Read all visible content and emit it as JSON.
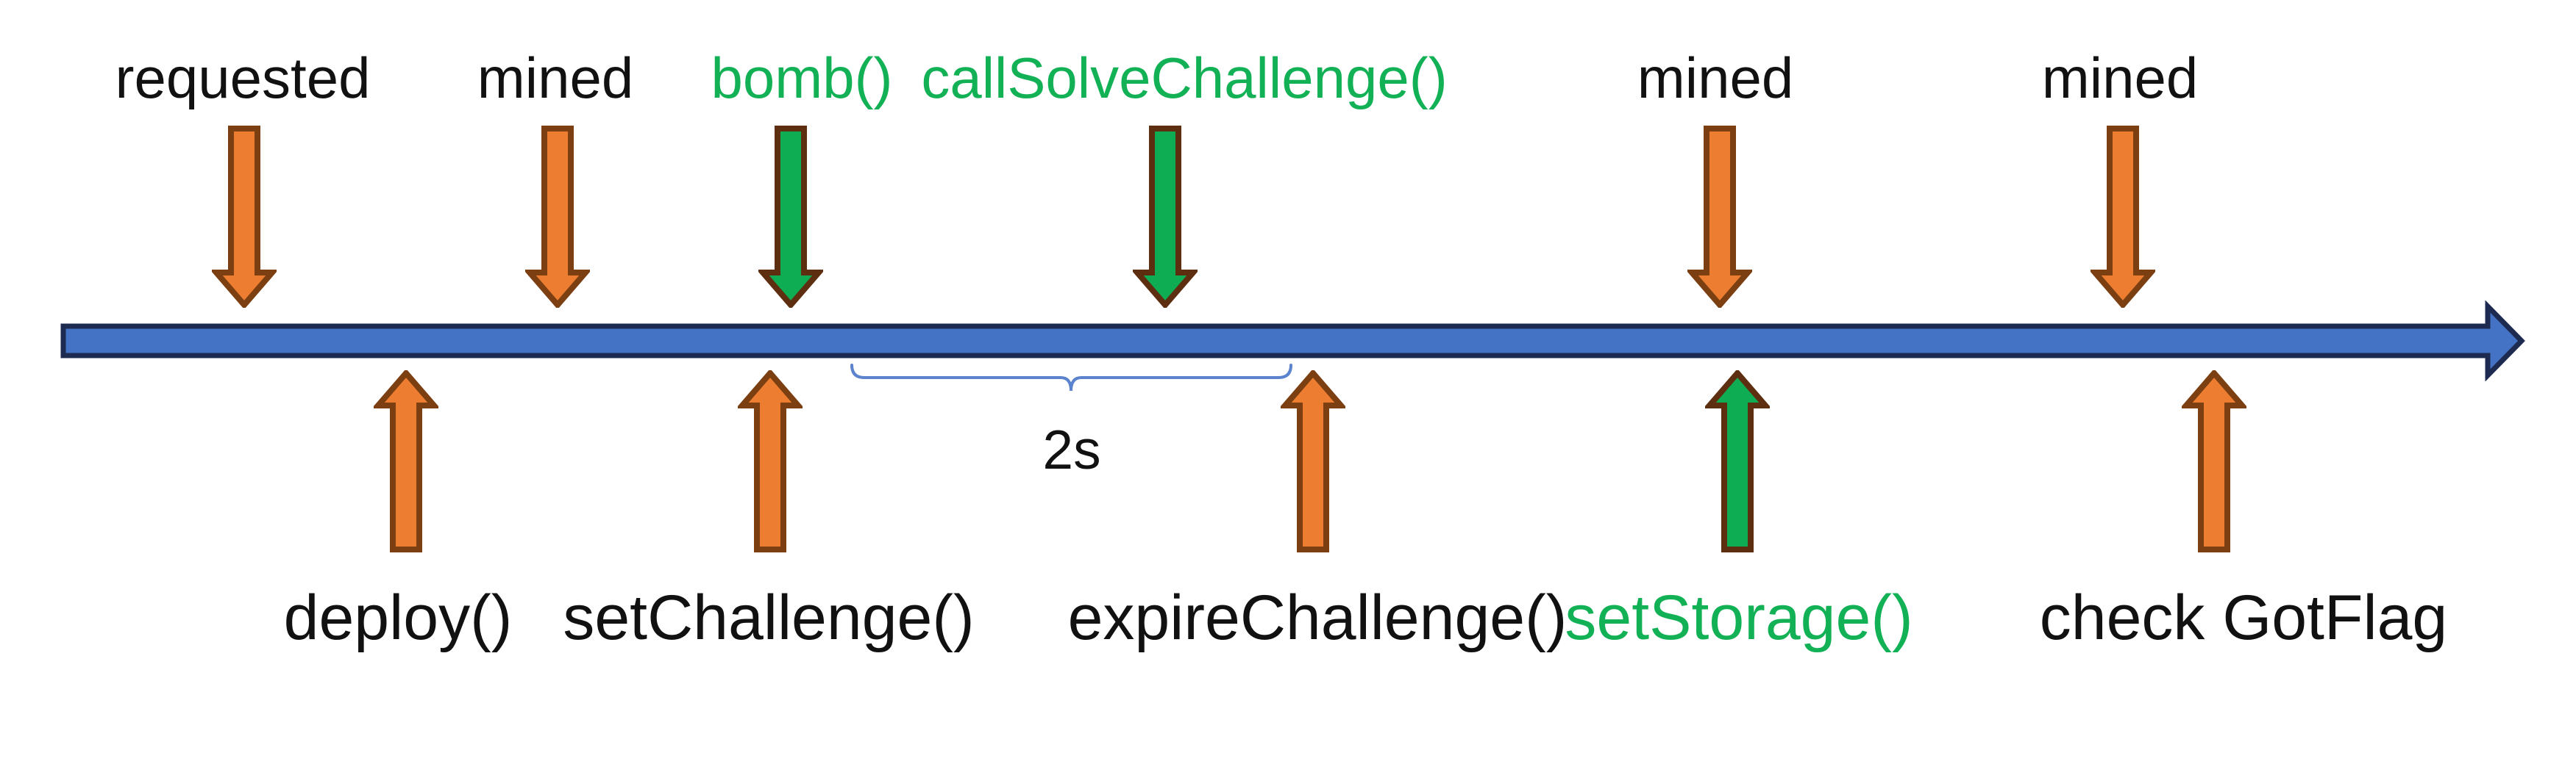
{
  "diagram": {
    "type": "timeline",
    "background": "#ffffff",
    "axis": {
      "name": "time-axis",
      "direction": "right"
    },
    "events_above": [
      {
        "label": "requested",
        "text_color": "black",
        "arrow_color": "orange",
        "arrow_direction": "down"
      },
      {
        "label": "mined",
        "text_color": "black",
        "arrow_color": "orange",
        "arrow_direction": "down"
      },
      {
        "label": "bomb()",
        "text_color": "green",
        "arrow_color": "green",
        "arrow_direction": "down"
      },
      {
        "label": "callSolveChallenge()",
        "text_color": "green",
        "arrow_color": "green",
        "arrow_direction": "down"
      },
      {
        "label": "mined",
        "text_color": "black",
        "arrow_color": "orange",
        "arrow_direction": "down"
      },
      {
        "label": "mined",
        "text_color": "black",
        "arrow_color": "orange",
        "arrow_direction": "down"
      }
    ],
    "events_below": [
      {
        "label": "deploy()",
        "text_color": "black",
        "arrow_color": "orange",
        "arrow_direction": "up"
      },
      {
        "label": "setChallenge()",
        "text_color": "black",
        "arrow_color": "orange",
        "arrow_direction": "up"
      },
      {
        "label": "expireChallenge()",
        "text_color": "black",
        "arrow_color": "orange",
        "arrow_direction": "up"
      },
      {
        "label": "setStorage()",
        "text_color": "green",
        "arrow_color": "green",
        "arrow_direction": "up"
      },
      {
        "label": "check GotFlag",
        "text_color": "black",
        "arrow_color": "orange",
        "arrow_direction": "up"
      }
    ],
    "interval": {
      "label": "2s",
      "from_event": "setChallenge()",
      "to_event": "expireChallenge()"
    },
    "colors": {
      "axis-fill": "#4472c4",
      "axis-outline": "#1d2b50",
      "orange-fill": "#ed7d31",
      "orange-outline": "#7b3f12",
      "green-fill": "#0fad53",
      "green-outline": "#5d2f10",
      "green-text": "#12b155",
      "text-black": "#111111",
      "bracket-blue": "#5b83ce"
    }
  }
}
